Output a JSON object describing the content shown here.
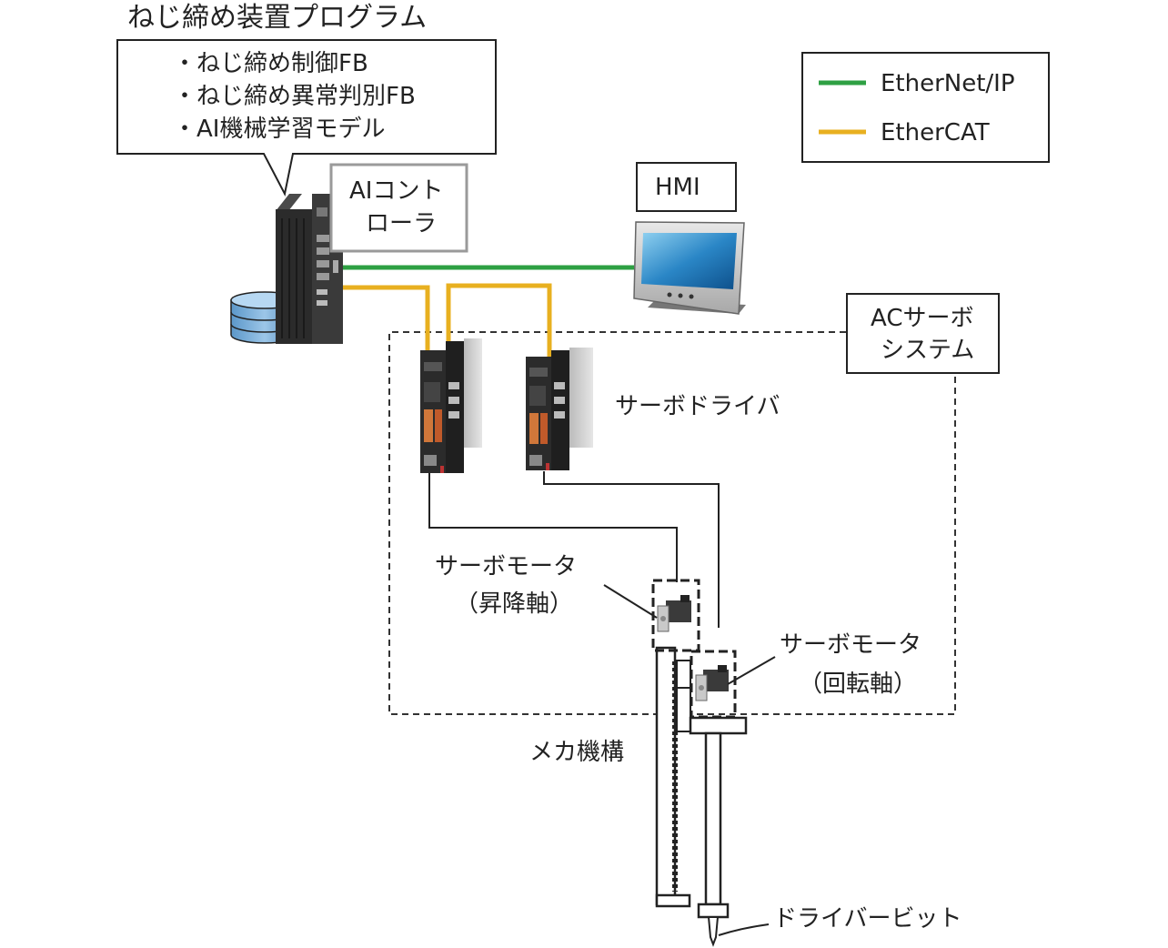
{
  "title": "ねじ締め装置プログラム",
  "program_items": [
    "・ねじ締め制御FB",
    "・ねじ締め異常判別FB",
    "・AI機械学習モデル"
  ],
  "legend": {
    "items": [
      {
        "label": "EtherNet/IP",
        "color": "#2ea043"
      },
      {
        "label": "EtherCAT",
        "color": "#e8b020"
      }
    ]
  },
  "labels": {
    "ai_controller": [
      "AIコント",
      "ローラ"
    ],
    "hmi": "HMI",
    "ac_servo_system": [
      "ACサーボ",
      "システム"
    ],
    "servo_driver": "サーボドライバ",
    "servo_motor_lift": [
      "サーボモータ",
      "（昇降軸）"
    ],
    "servo_motor_rotation": [
      "サーボモータ",
      "（回転軸）"
    ],
    "mechanism": "メカ機構",
    "driver_bit": "ドライバービット"
  },
  "colors": {
    "ethernet_ip": "#2ea043",
    "ethercat": "#e8b020"
  },
  "icons": [
    "ai-controller-icon",
    "database-icon",
    "hmi-panel-icon",
    "servo-driver-icon",
    "servo-motor-icon",
    "driver-bit-icon"
  ]
}
